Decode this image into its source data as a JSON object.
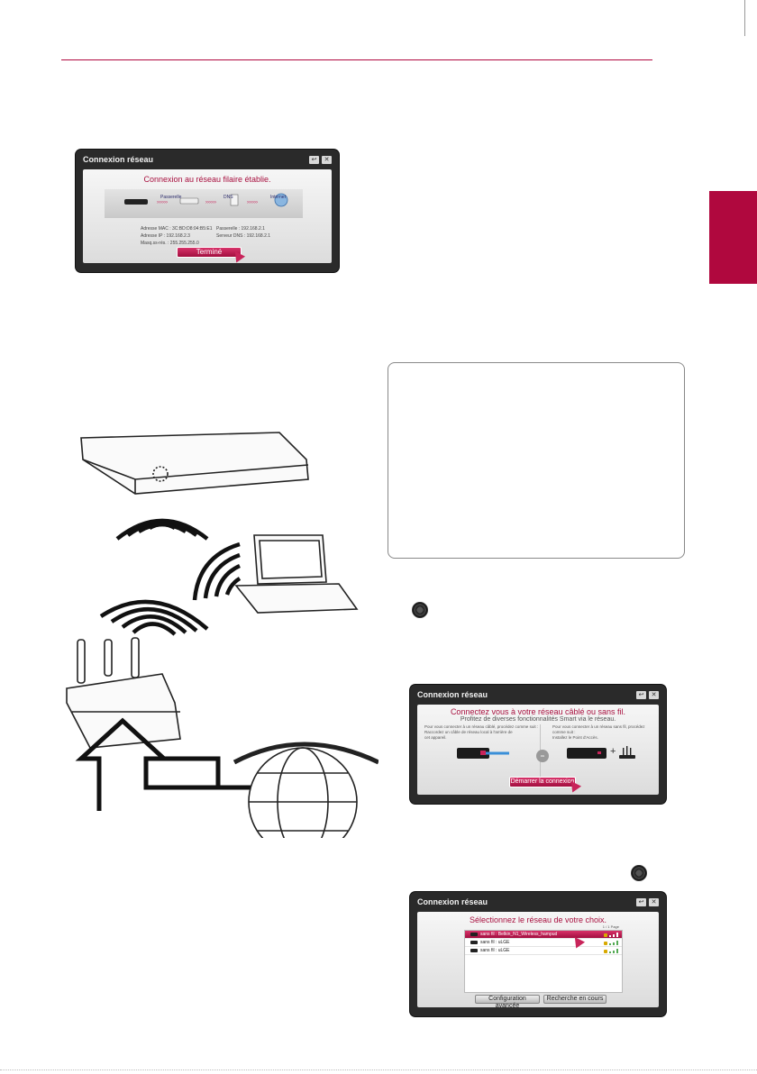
{
  "dialog1": {
    "title": "Connexion réseau",
    "heading": "Connexion au réseau filaire établie.",
    "devices": [
      "Passerelle",
      "DNS",
      "Internet"
    ],
    "info_left": [
      "Adresse MAC : 3C:BD:D8:04:B5:E1",
      "Adresse IP : 192.168.2.3",
      "Masq.ss-rés. : 255.255.255.0"
    ],
    "info_right": [
      "Passerelle : 192.168.2.1",
      "Serveur DNS : 192.168.2.1"
    ],
    "button": "Terminé"
  },
  "dialog2": {
    "title": "Connexion réseau",
    "heading": "Connectez vous à votre réseau câblé ou sans fil.",
    "subheading": "Profitez de diverses fonctionnalités Smart via le réseau.",
    "col_left": [
      "Pour vous connecter à un réseau câblé, procédez comme suit :",
      "Raccordez un câble de réseau local à l'arrière de",
      "cet appareil."
    ],
    "col_right": [
      "Pour vous connecter à un réseau sans fil, procédez comme suit :",
      "Installez le Point d'Accès."
    ],
    "or_label": "ou",
    "plus": "+",
    "button": "Démarrer la connexion"
  },
  "dialog3": {
    "title": "Connexion réseau",
    "heading": "Sélectionnez le réseau de votre choix.",
    "page": "1 / 1 Page",
    "networks": [
      "sans fil : Belkin_N1_Wireless_hampud",
      "sans fil : uLGE",
      "sans fil : uLGE"
    ],
    "btn_advanced": "Configuration avancée",
    "btn_search": "Recherche en cours"
  },
  "colors": {
    "accent": "#b0083e",
    "dialog_frame": "#2a2a2a"
  }
}
